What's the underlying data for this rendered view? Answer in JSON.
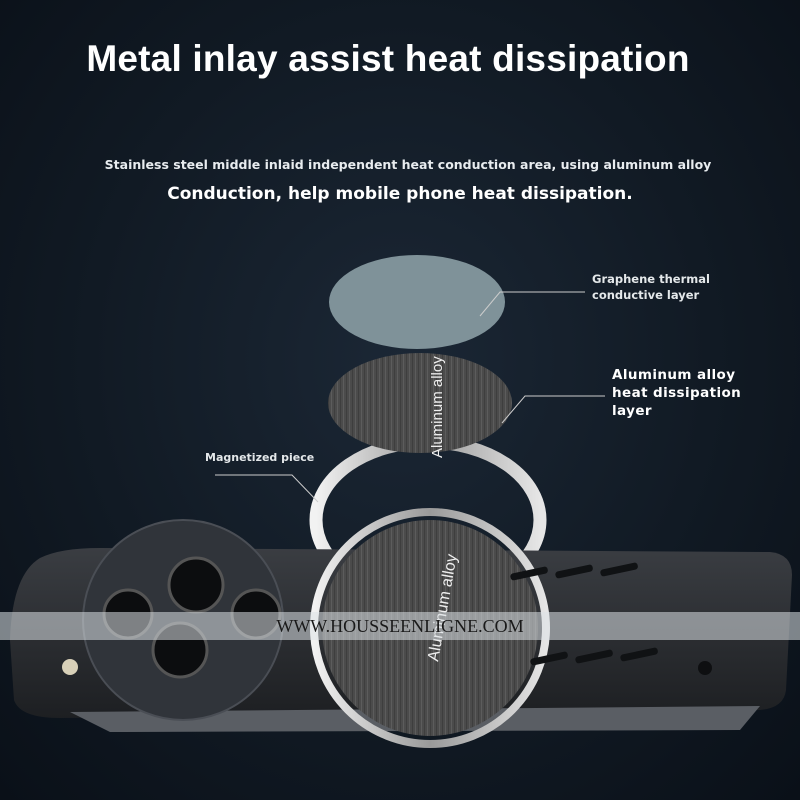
{
  "title": "Metal inlay assist heat dissipation",
  "subtitle_line1": "Stainless steel middle inlaid independent heat conduction area, using aluminum alloy",
  "subtitle_line2": "Conduction, help mobile phone heat dissipation.",
  "labels": {
    "graphene": [
      "Graphene thermal",
      "conductive layer"
    ],
    "aluminum": [
      "Aluminum alloy",
      "heat dissipation",
      "layer"
    ],
    "magnet": "Magnetized piece"
  },
  "disc_text": "Aluminum alloy",
  "phone_disc_text": "Aluminum alloy",
  "watermark": "WWW.HOUSSEENLIGNE.COM",
  "colors": {
    "background": "#111a24",
    "graphene": "#7f9299",
    "aluminum": "#4a4a4a",
    "ring": "#d8d8d8",
    "phone": "#2a2d31"
  }
}
